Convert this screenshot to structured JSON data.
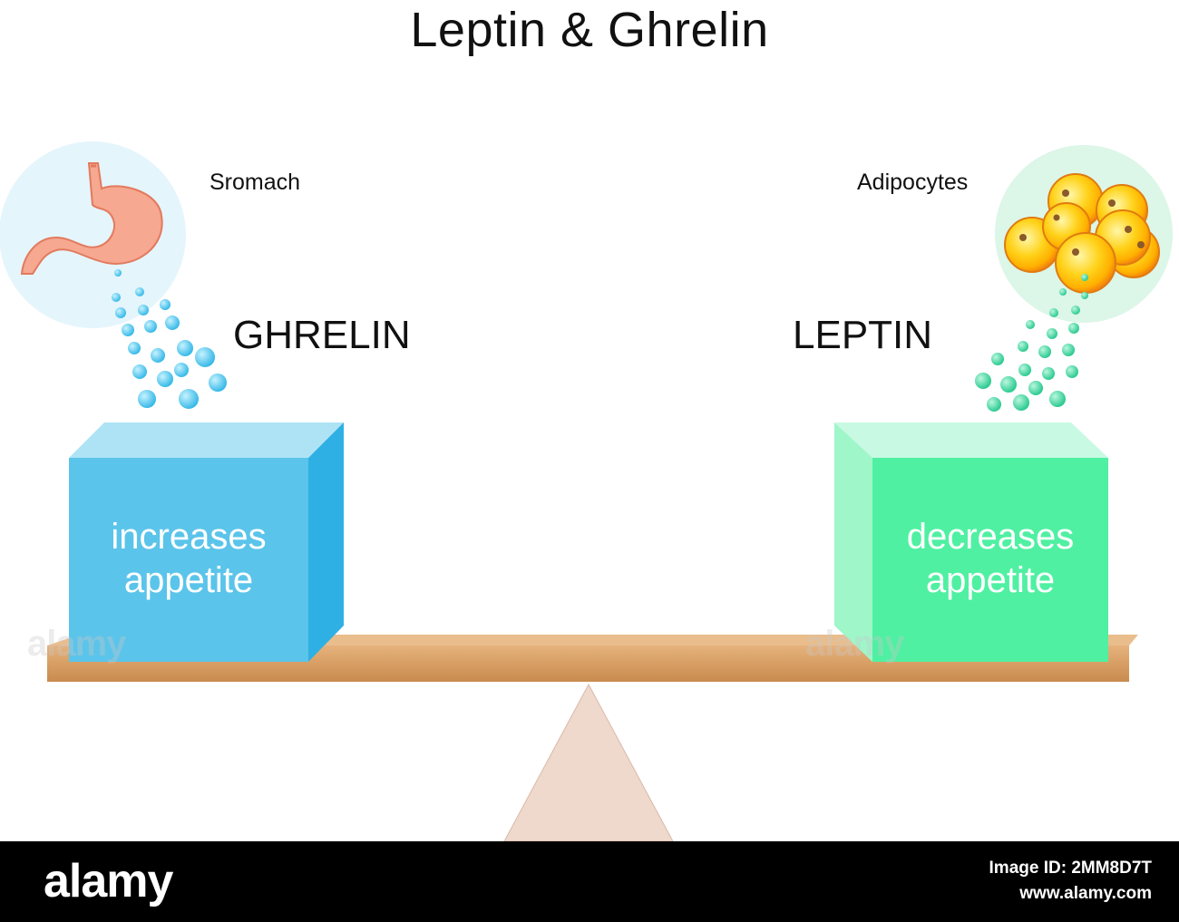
{
  "title": "Leptin & Ghrelin",
  "left": {
    "source": "Sromach",
    "hormone": "GHRELIN",
    "effect_line1": "increases",
    "effect_line2": "appetite"
  },
  "right": {
    "source": "Adipocytes",
    "hormone": "LEPTIN",
    "effect_line1": "decreases",
    "effect_line2": "appetite"
  },
  "footer": {
    "logo": "alamy",
    "image_id": "Image ID: 2MM8D7T",
    "site": "www.alamy.com"
  },
  "watermark": "alamy",
  "colors": {
    "ghrelin_cube": "#5bc4ea",
    "leptin_cube": "#4ff0a2",
    "board": "#d8a066",
    "fulcrum": "#efd8cc"
  }
}
